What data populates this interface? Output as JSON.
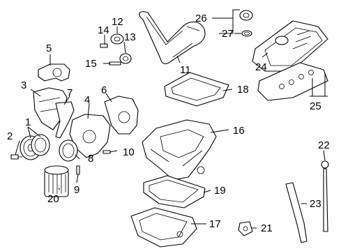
{
  "callouts": {
    "c1": "1",
    "c2": "2",
    "c3": "3",
    "c4": "4",
    "c5": "5",
    "c6": "6",
    "c7": "7",
    "c8": "8",
    "c9": "9",
    "c10": "10",
    "c11": "11",
    "c12": "12",
    "c13": "13",
    "c14": "14",
    "c15": "15",
    "c16": "16",
    "c17": "17",
    "c18": "18",
    "c19": "19",
    "c20": "20",
    "c21": "21",
    "c22": "22",
    "c23": "23",
    "c24": "24",
    "c25": "25",
    "c26": "26",
    "c27": "27"
  },
  "colors": {
    "line": "#000000",
    "background": "#ffffff",
    "shade": "#dcdcdc"
  }
}
